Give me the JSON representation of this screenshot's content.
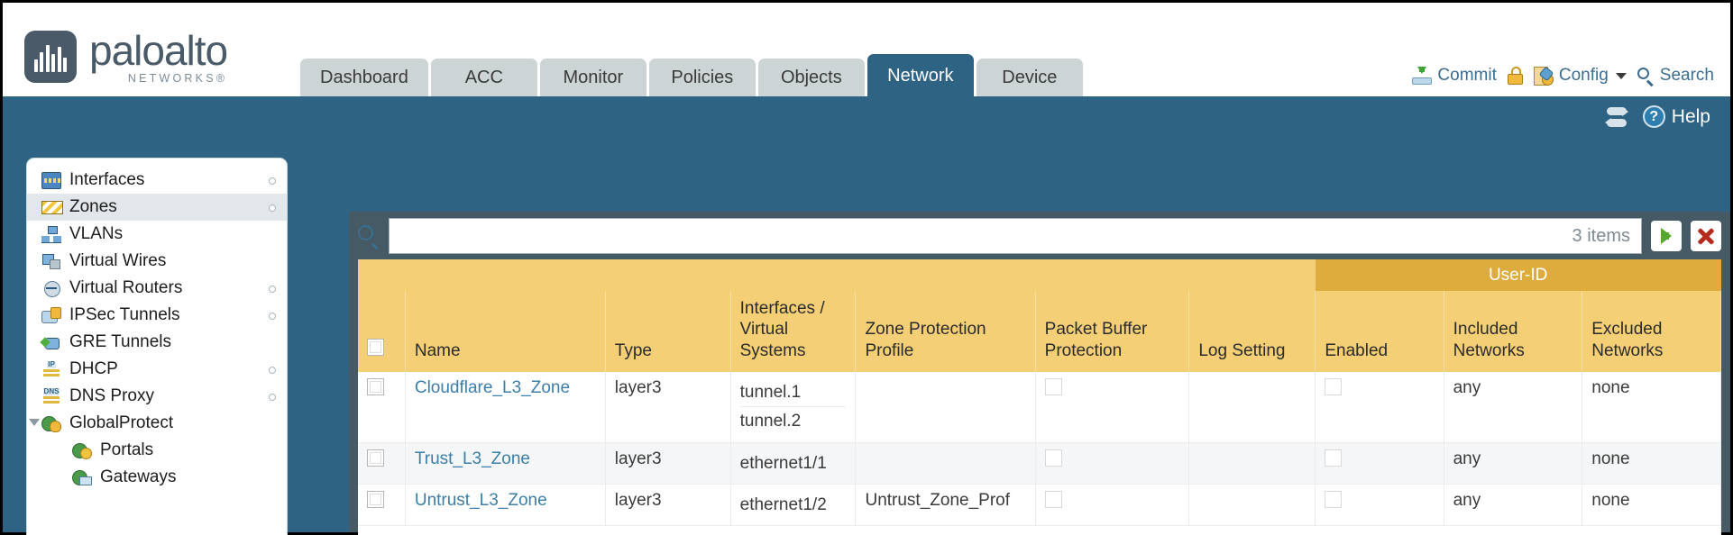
{
  "brand": {
    "name": "paloalto",
    "sub": "NETWORKS®"
  },
  "nav": {
    "tabs": [
      {
        "label": "Dashboard",
        "active": false
      },
      {
        "label": "ACC",
        "active": false
      },
      {
        "label": "Monitor",
        "active": false
      },
      {
        "label": "Policies",
        "active": false
      },
      {
        "label": "Objects",
        "active": false
      },
      {
        "label": "Network",
        "active": true
      },
      {
        "label": "Device",
        "active": false
      }
    ]
  },
  "actions": {
    "commit": "Commit",
    "config": "Config",
    "search": "Search",
    "lock_icon": "lock-icon",
    "commit_icon": "commit-icon",
    "config_icon": "config-icon",
    "search_icon": "search-icon",
    "caret": "chevron-down-icon"
  },
  "band": {
    "refresh_icon": "refresh-icon",
    "help_label": "Help",
    "help_icon": "help-circle-icon",
    "help_glyph": "?"
  },
  "sidebar": {
    "items": [
      {
        "label": "Interfaces",
        "icon": "interfaces-icon",
        "selected": false,
        "dot": true,
        "child": false,
        "tri": false
      },
      {
        "label": "Zones",
        "icon": "zones-icon",
        "selected": true,
        "dot": true,
        "child": false,
        "tri": false
      },
      {
        "label": "VLANs",
        "icon": "vlans-icon",
        "selected": false,
        "dot": false,
        "child": false,
        "tri": false
      },
      {
        "label": "Virtual Wires",
        "icon": "virtual-wires-icon",
        "selected": false,
        "dot": false,
        "child": false,
        "tri": false
      },
      {
        "label": "Virtual Routers",
        "icon": "virtual-routers-icon",
        "selected": false,
        "dot": true,
        "child": false,
        "tri": false
      },
      {
        "label": "IPSec Tunnels",
        "icon": "ipsec-tunnels-icon",
        "selected": false,
        "dot": true,
        "child": false,
        "tri": false
      },
      {
        "label": "GRE Tunnels",
        "icon": "gre-tunnels-icon",
        "selected": false,
        "dot": false,
        "child": false,
        "tri": false
      },
      {
        "label": "DHCP",
        "icon": "dhcp-icon",
        "selected": false,
        "dot": true,
        "child": false,
        "tri": false
      },
      {
        "label": "DNS Proxy",
        "icon": "dns-proxy-icon",
        "selected": false,
        "dot": true,
        "child": false,
        "tri": false
      },
      {
        "label": "GlobalProtect",
        "icon": "globalprotect-icon",
        "selected": false,
        "dot": false,
        "child": false,
        "tri": true
      },
      {
        "label": "Portals",
        "icon": "portals-icon",
        "selected": false,
        "dot": false,
        "child": true,
        "tri": false
      },
      {
        "label": "Gateways",
        "icon": "gateways-icon",
        "selected": false,
        "dot": false,
        "child": true,
        "tri": false
      }
    ],
    "icon_tags": {
      "dhcp": "IP",
      "dns": "DNS"
    }
  },
  "filter": {
    "search_icon": "search-icon",
    "value": "",
    "placeholder": "",
    "items_count": "3 items",
    "apply_icon": "apply-arrow-icon",
    "clear_icon": "clear-x-icon"
  },
  "table": {
    "group_header": "User-ID",
    "columns": [
      "Name",
      "Type",
      "Interfaces / Virtual Systems",
      "Zone Protection Profile",
      "Packet Buffer Protection",
      "Log Setting",
      "Enabled",
      "Included Networks",
      "Excluded Networks"
    ],
    "rows": [
      {
        "name": "Cloudflare_L3_Zone",
        "type": "layer3",
        "interfaces": [
          "tunnel.1",
          "tunnel.2"
        ],
        "zone_protection_profile": "",
        "packet_buffer_protection": false,
        "log_setting": "",
        "enabled": false,
        "included_networks": "any",
        "excluded_networks": "none"
      },
      {
        "name": "Trust_L3_Zone",
        "type": "layer3",
        "interfaces": [
          "ethernet1/1"
        ],
        "zone_protection_profile": "",
        "packet_buffer_protection": false,
        "log_setting": "",
        "enabled": false,
        "included_networks": "any",
        "excluded_networks": "none"
      },
      {
        "name": "Untrust_L3_Zone",
        "type": "layer3",
        "interfaces": [
          "ethernet1/2"
        ],
        "zone_protection_profile": "Untrust_Zone_Prof",
        "packet_buffer_protection": false,
        "log_setting": "",
        "enabled": false,
        "included_networks": "any",
        "excluded_networks": "none"
      }
    ]
  },
  "colors": {
    "brand_blue": "#2e6384",
    "header_gold": "#f5cf76",
    "group_gold": "#ddac3c",
    "panel_slate": "#455a64",
    "link_blue": "#3b7ea8"
  }
}
